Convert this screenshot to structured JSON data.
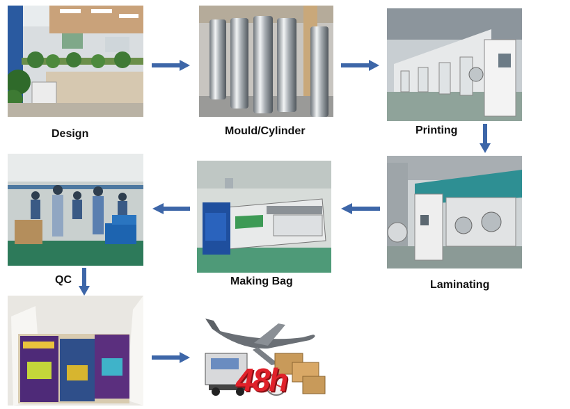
{
  "steps": {
    "design": "Design",
    "mould": "Mould/Cylinder",
    "printing": "Printing",
    "laminating": "Laminating",
    "making_bag": "Making Bag",
    "qc": "QC"
  },
  "delivery_badge": "48h",
  "colors": {
    "arrow": "#3d66a8"
  }
}
